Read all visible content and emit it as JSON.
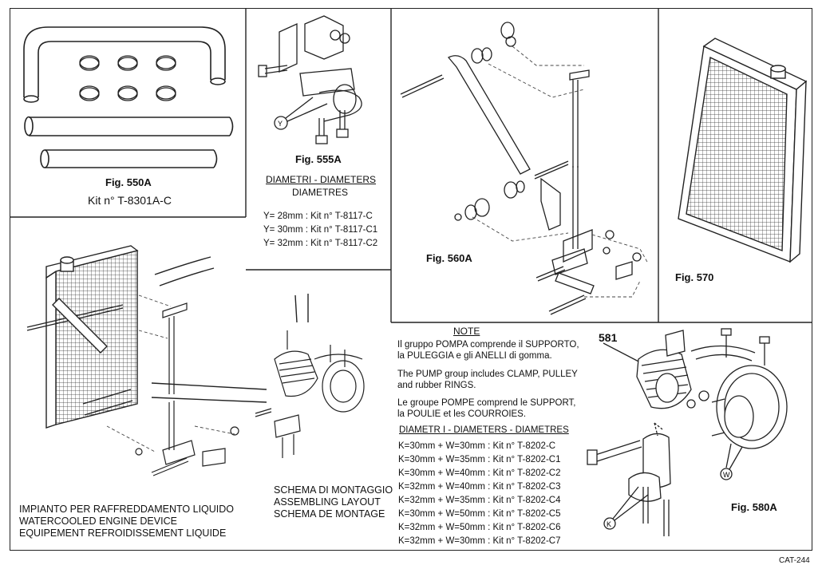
{
  "fig550": {
    "fig": "Fig. 550A",
    "kit": "Kit n° T-8301A-C"
  },
  "fig555": {
    "fig": "Fig. 555A",
    "title1": "DIAMETRI - DIAMETERS",
    "title2": "DIAMETRES",
    "callout": "Y",
    "lines": [
      "Y= 28mm : Kit n° T-8117-C",
      "Y= 30mm : Kit n° T-8117-C1",
      "Y= 32mm : Kit n° T-8117-C2"
    ]
  },
  "fig560": {
    "fig": "Fig. 560A"
  },
  "fig570": {
    "fig": "Fig. 570"
  },
  "main": {
    "layout": [
      "SCHEMA DI MONTAGGIO",
      "ASSEMBLING LAYOUT",
      "SCHEMA DE MONTAGE"
    ],
    "caption": [
      "IMPIANTO PER RAFFREDDAMENTO LIQUIDO",
      "WATERCOOLED ENGINE DEVICE",
      "EQUIPEMENT REFROIDISSEMENT LIQUIDE"
    ]
  },
  "note": {
    "title": "NOTE",
    "it": [
      "Il gruppo POMPA comprende il SUPPORTO,",
      "la PULEGGIA e gli ANELLI di gomma."
    ],
    "en": [
      "The PUMP group includes CLAMP, PULLEY",
      "and rubber RINGS."
    ],
    "fr": [
      "Le groupe POMPE comprend le SUPPORT,",
      "la POULIE et les COURROIES."
    ],
    "diam_title": "DIAMETR I - DIAMETERS - DIAMETRES",
    "kits": [
      "K=30mm + W=30mm : Kit n° T-8202-C",
      "K=30mm + W=35mm : Kit n° T-8202-C1",
      "K=30mm + W=40mm : Kit n° T-8202-C2",
      "K=32mm + W=40mm : Kit n° T-8202-C3",
      "K=32mm + W=35mm : Kit n° T-8202-C4",
      "K=30mm + W=50mm : Kit n° T-8202-C5",
      "K=32mm + W=50mm : Kit n° T-8202-C6",
      "K=32mm + W=30mm : Kit n° T-8202-C7"
    ]
  },
  "fig580": {
    "fig": "Fig. 580A",
    "part": "581",
    "callout_w": "W",
    "callout_k": "K"
  },
  "footer": {
    "code": "CAT-244"
  }
}
